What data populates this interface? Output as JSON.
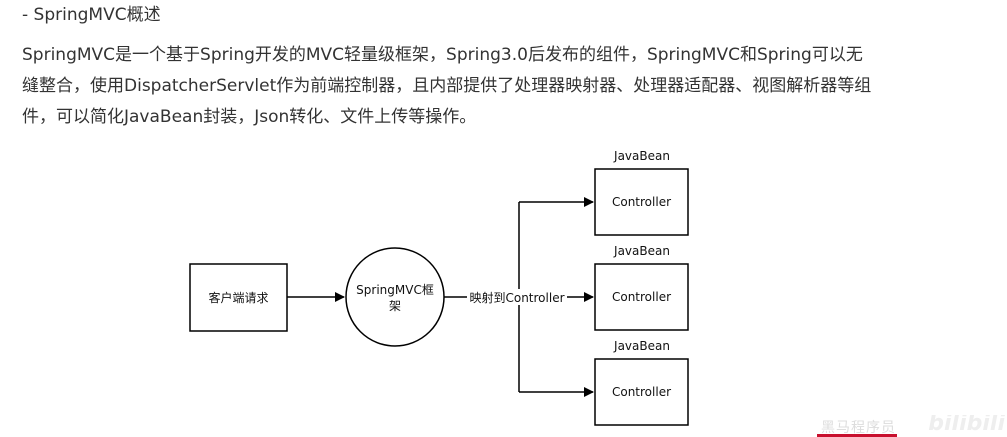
{
  "heading": "- SpringMVC概述",
  "paragraph": {
    "lines": [
      "SpringMVC是一个基于Spring开发的MVC轻量级框架，Spring3.0后发布的组件，SpringMVC和Spring可以无",
      "缝整合，使用DispatcherServlet作为前端控制器，且内部提供了处理器映射器、处理器适配器、视图解析器等组",
      "件，可以简化JavaBean封装，Json转化、文件上传等操作。"
    ]
  },
  "diagram": {
    "client_box": "客户端请求",
    "framework_circle": [
      "SpringMVC框",
      "架"
    ],
    "mapping_label": "映射到Controller",
    "beans": [
      {
        "title": "JavaBean",
        "box": "Controller"
      },
      {
        "title": "JavaBean",
        "box": "Controller"
      },
      {
        "title": "JavaBean",
        "box": "Controller"
      }
    ]
  },
  "watermark": {
    "text": "黑马程序员",
    "logo": "bilibili"
  }
}
